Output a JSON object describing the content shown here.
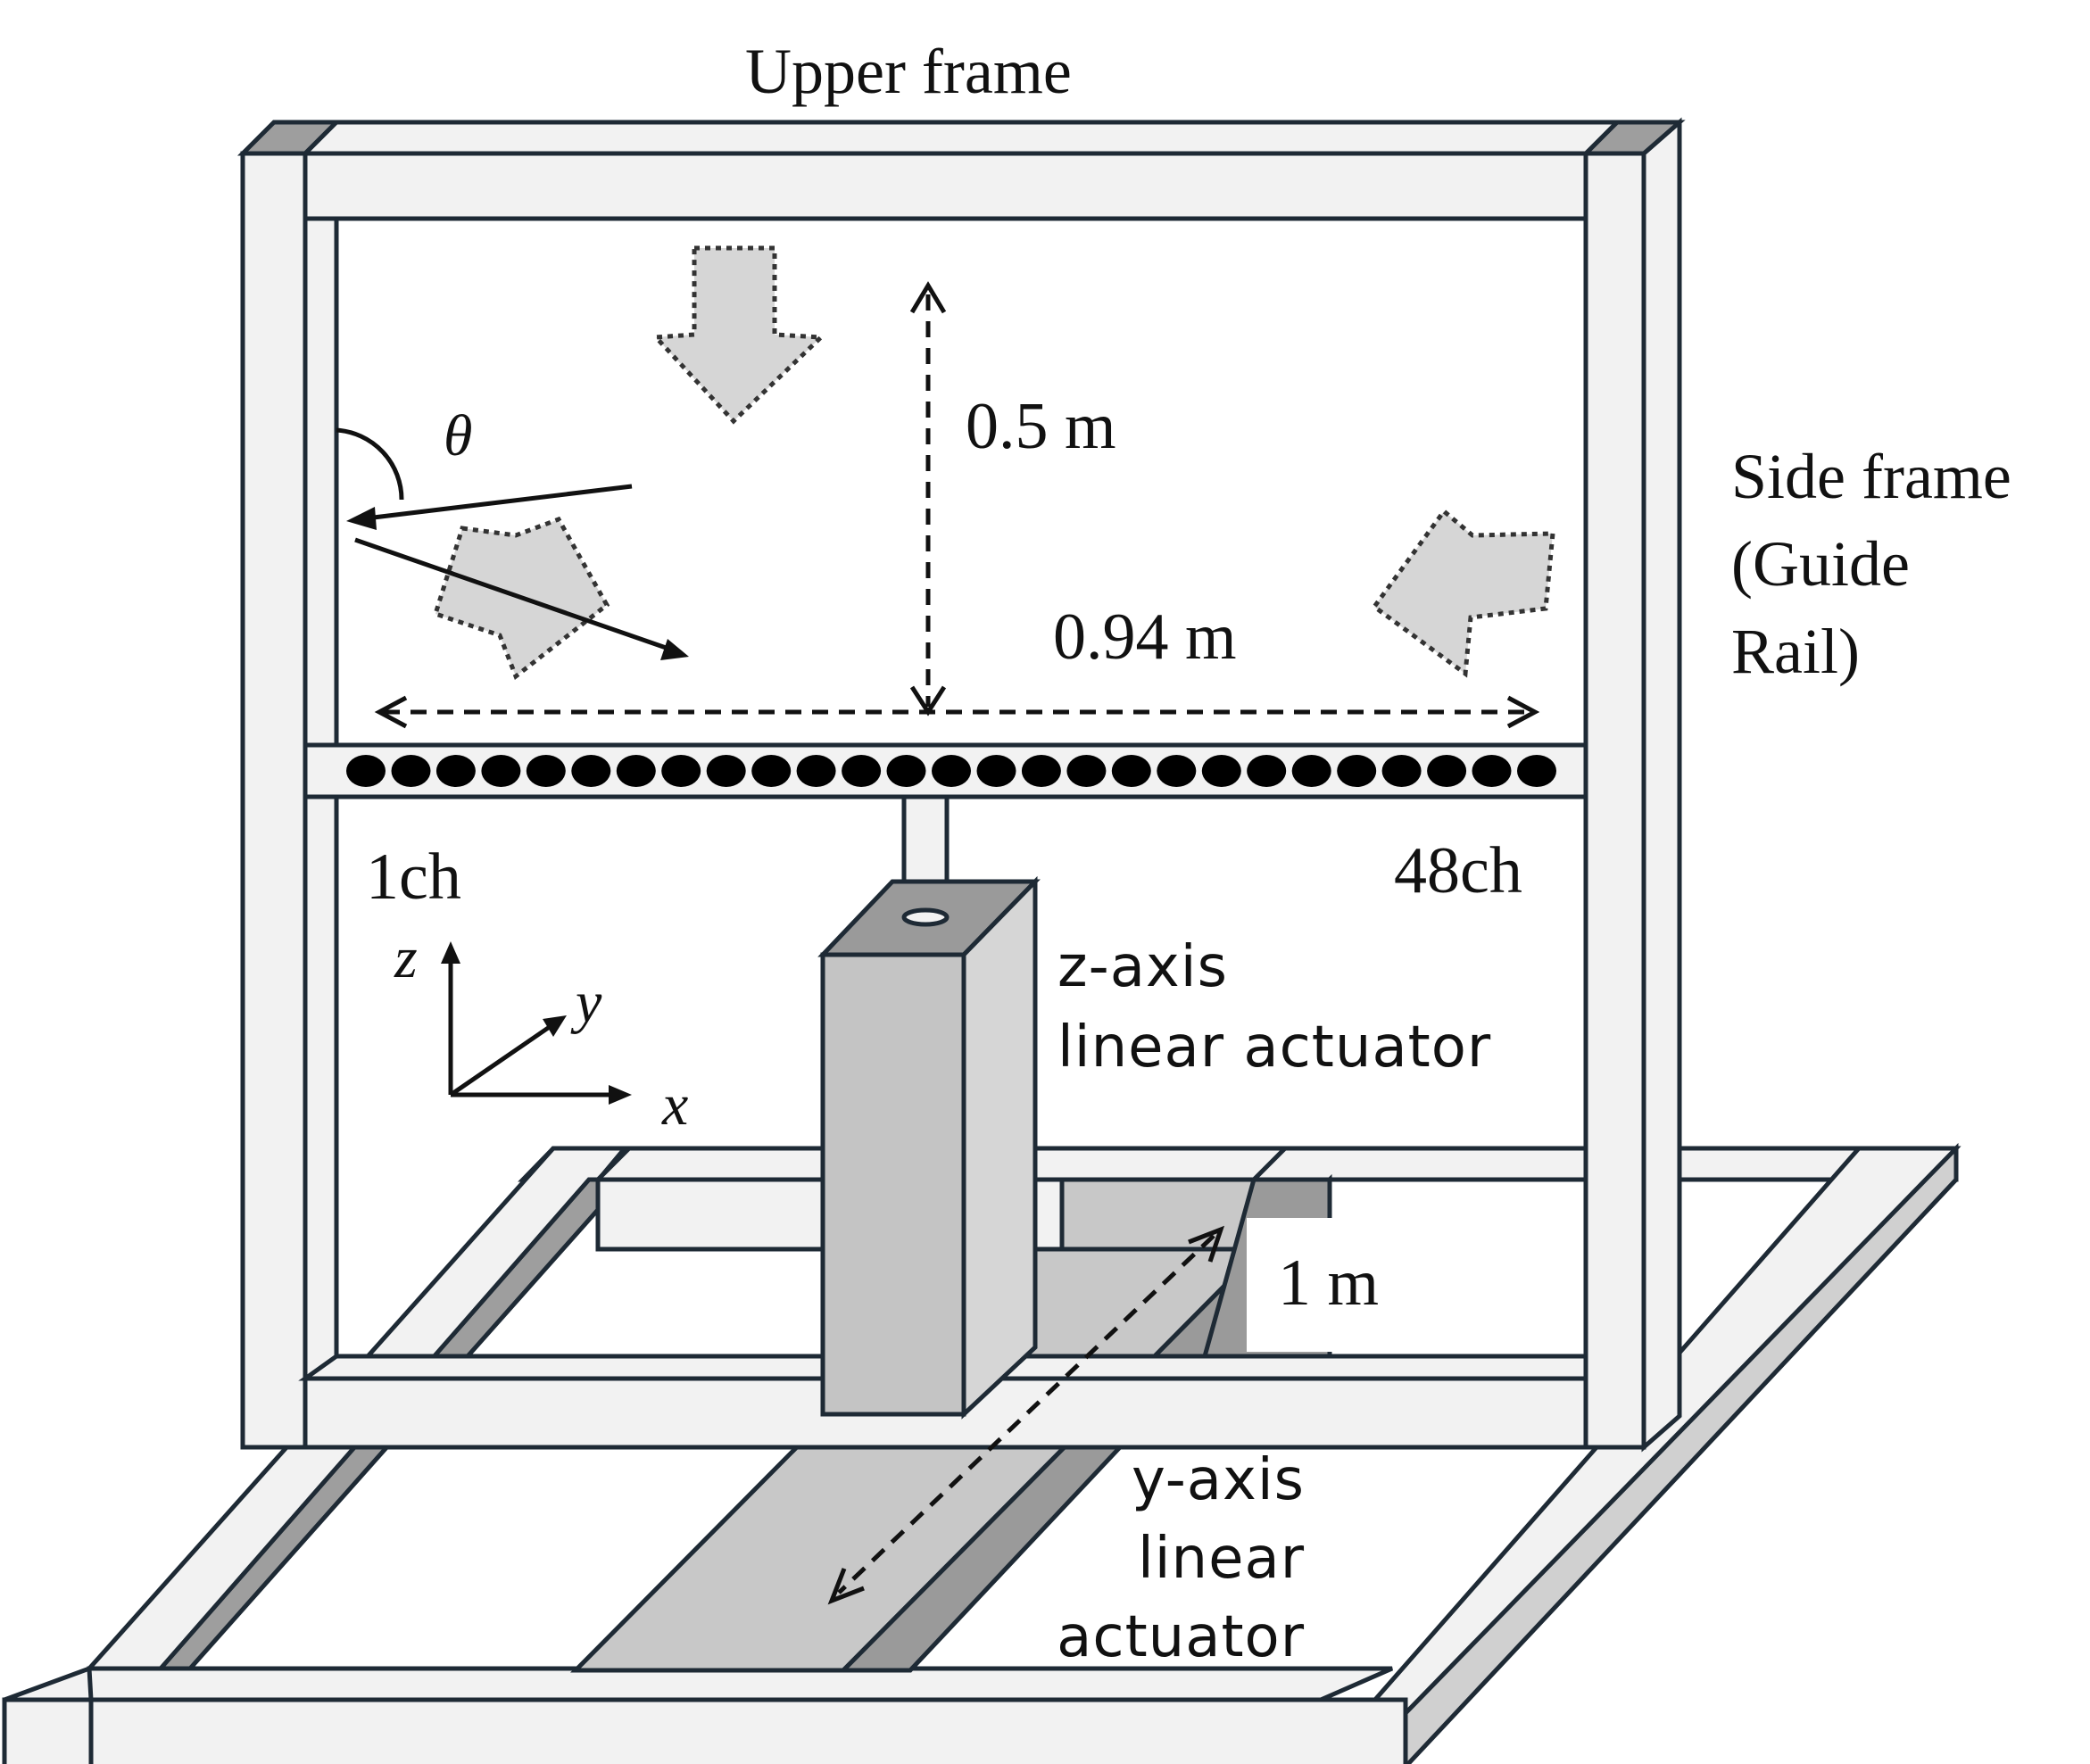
{
  "labels": {
    "upper_frame": "Upper frame",
    "side_frame_line1": "Side frame",
    "side_frame_line2": "(Guide",
    "side_frame_line3": "Rail)",
    "height_dim": "0.5 m",
    "width_dim": "0.94 m",
    "depth_dim": "1 m",
    "first_channel": "1ch",
    "last_channel": "48ch",
    "angle_symbol": "θ",
    "z_actuator_line1": "z-axis",
    "z_actuator_line2": "linear actuator",
    "y_actuator_line1": "y-axis",
    "y_actuator_line2": "linear",
    "y_actuator_line3": "actuator"
  },
  "axes": {
    "x": "x",
    "y": "y",
    "z": "z"
  },
  "colors": {
    "frame_stroke": "#1e2a35",
    "frame_face": "#f2f2f2",
    "actuator_front": "#c4c4c4",
    "actuator_side": "#d6d6d6",
    "actuator_top": "#9a9a9a",
    "wave_arrow_fill": "#d6d6d6",
    "sensor": "#000000"
  }
}
